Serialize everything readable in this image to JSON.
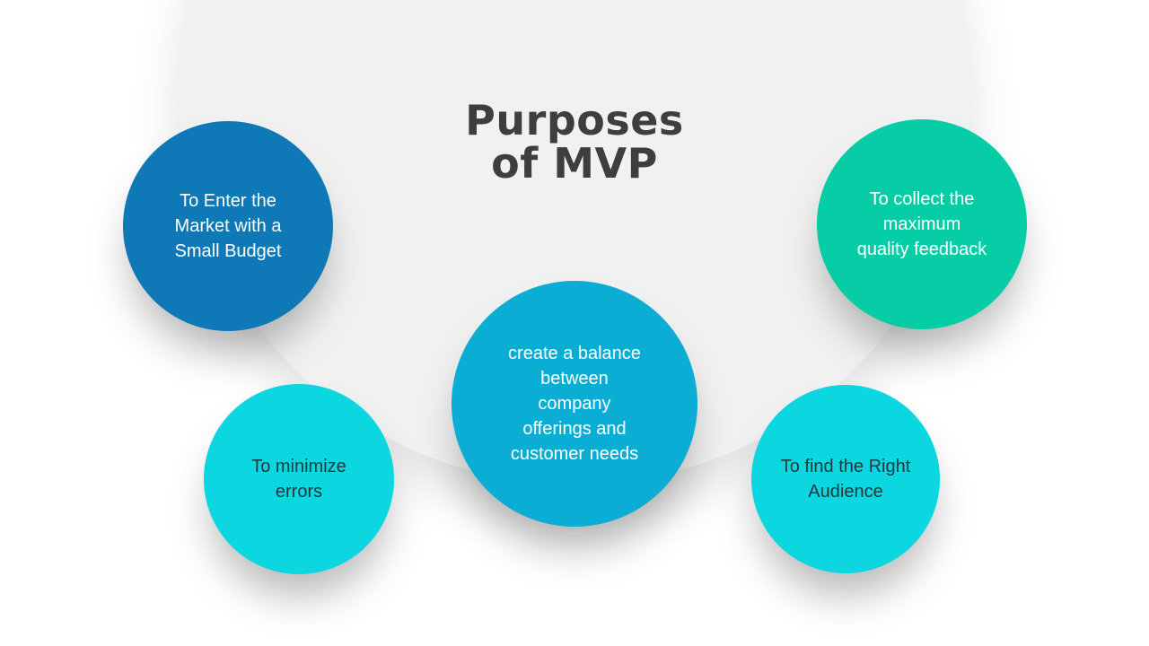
{
  "slide": {
    "title": "Purposes\nof MVP",
    "title_color": "#3E3E3E",
    "background_color": "#FFFFFF",
    "backdrop_color": "#F1F1F1"
  },
  "bubbles": [
    {
      "id": "enter-market",
      "label": "To Enter the\nMarket with a\nSmall Budget",
      "color": "#0E79B6",
      "text_color": "#FFFFFF"
    },
    {
      "id": "collect-feedback",
      "label": "To collect the\nmaximum\nquality feedback",
      "color": "#06CDA6",
      "text_color": "#FFFFFF"
    },
    {
      "id": "balance-offerings-needs",
      "label": "create a balance\nbetween\ncompany\nofferings and\ncustomer needs",
      "color": "#0BADD4",
      "text_color": "#FFFFFF"
    },
    {
      "id": "minimize-errors",
      "label": "To minimize\nerrors",
      "color": "#0CD6E0",
      "text_color": "#1C3940"
    },
    {
      "id": "find-audience",
      "label": "To find the Right\nAudience",
      "color": "#0CD6E0",
      "text_color": "#1C3940"
    }
  ]
}
